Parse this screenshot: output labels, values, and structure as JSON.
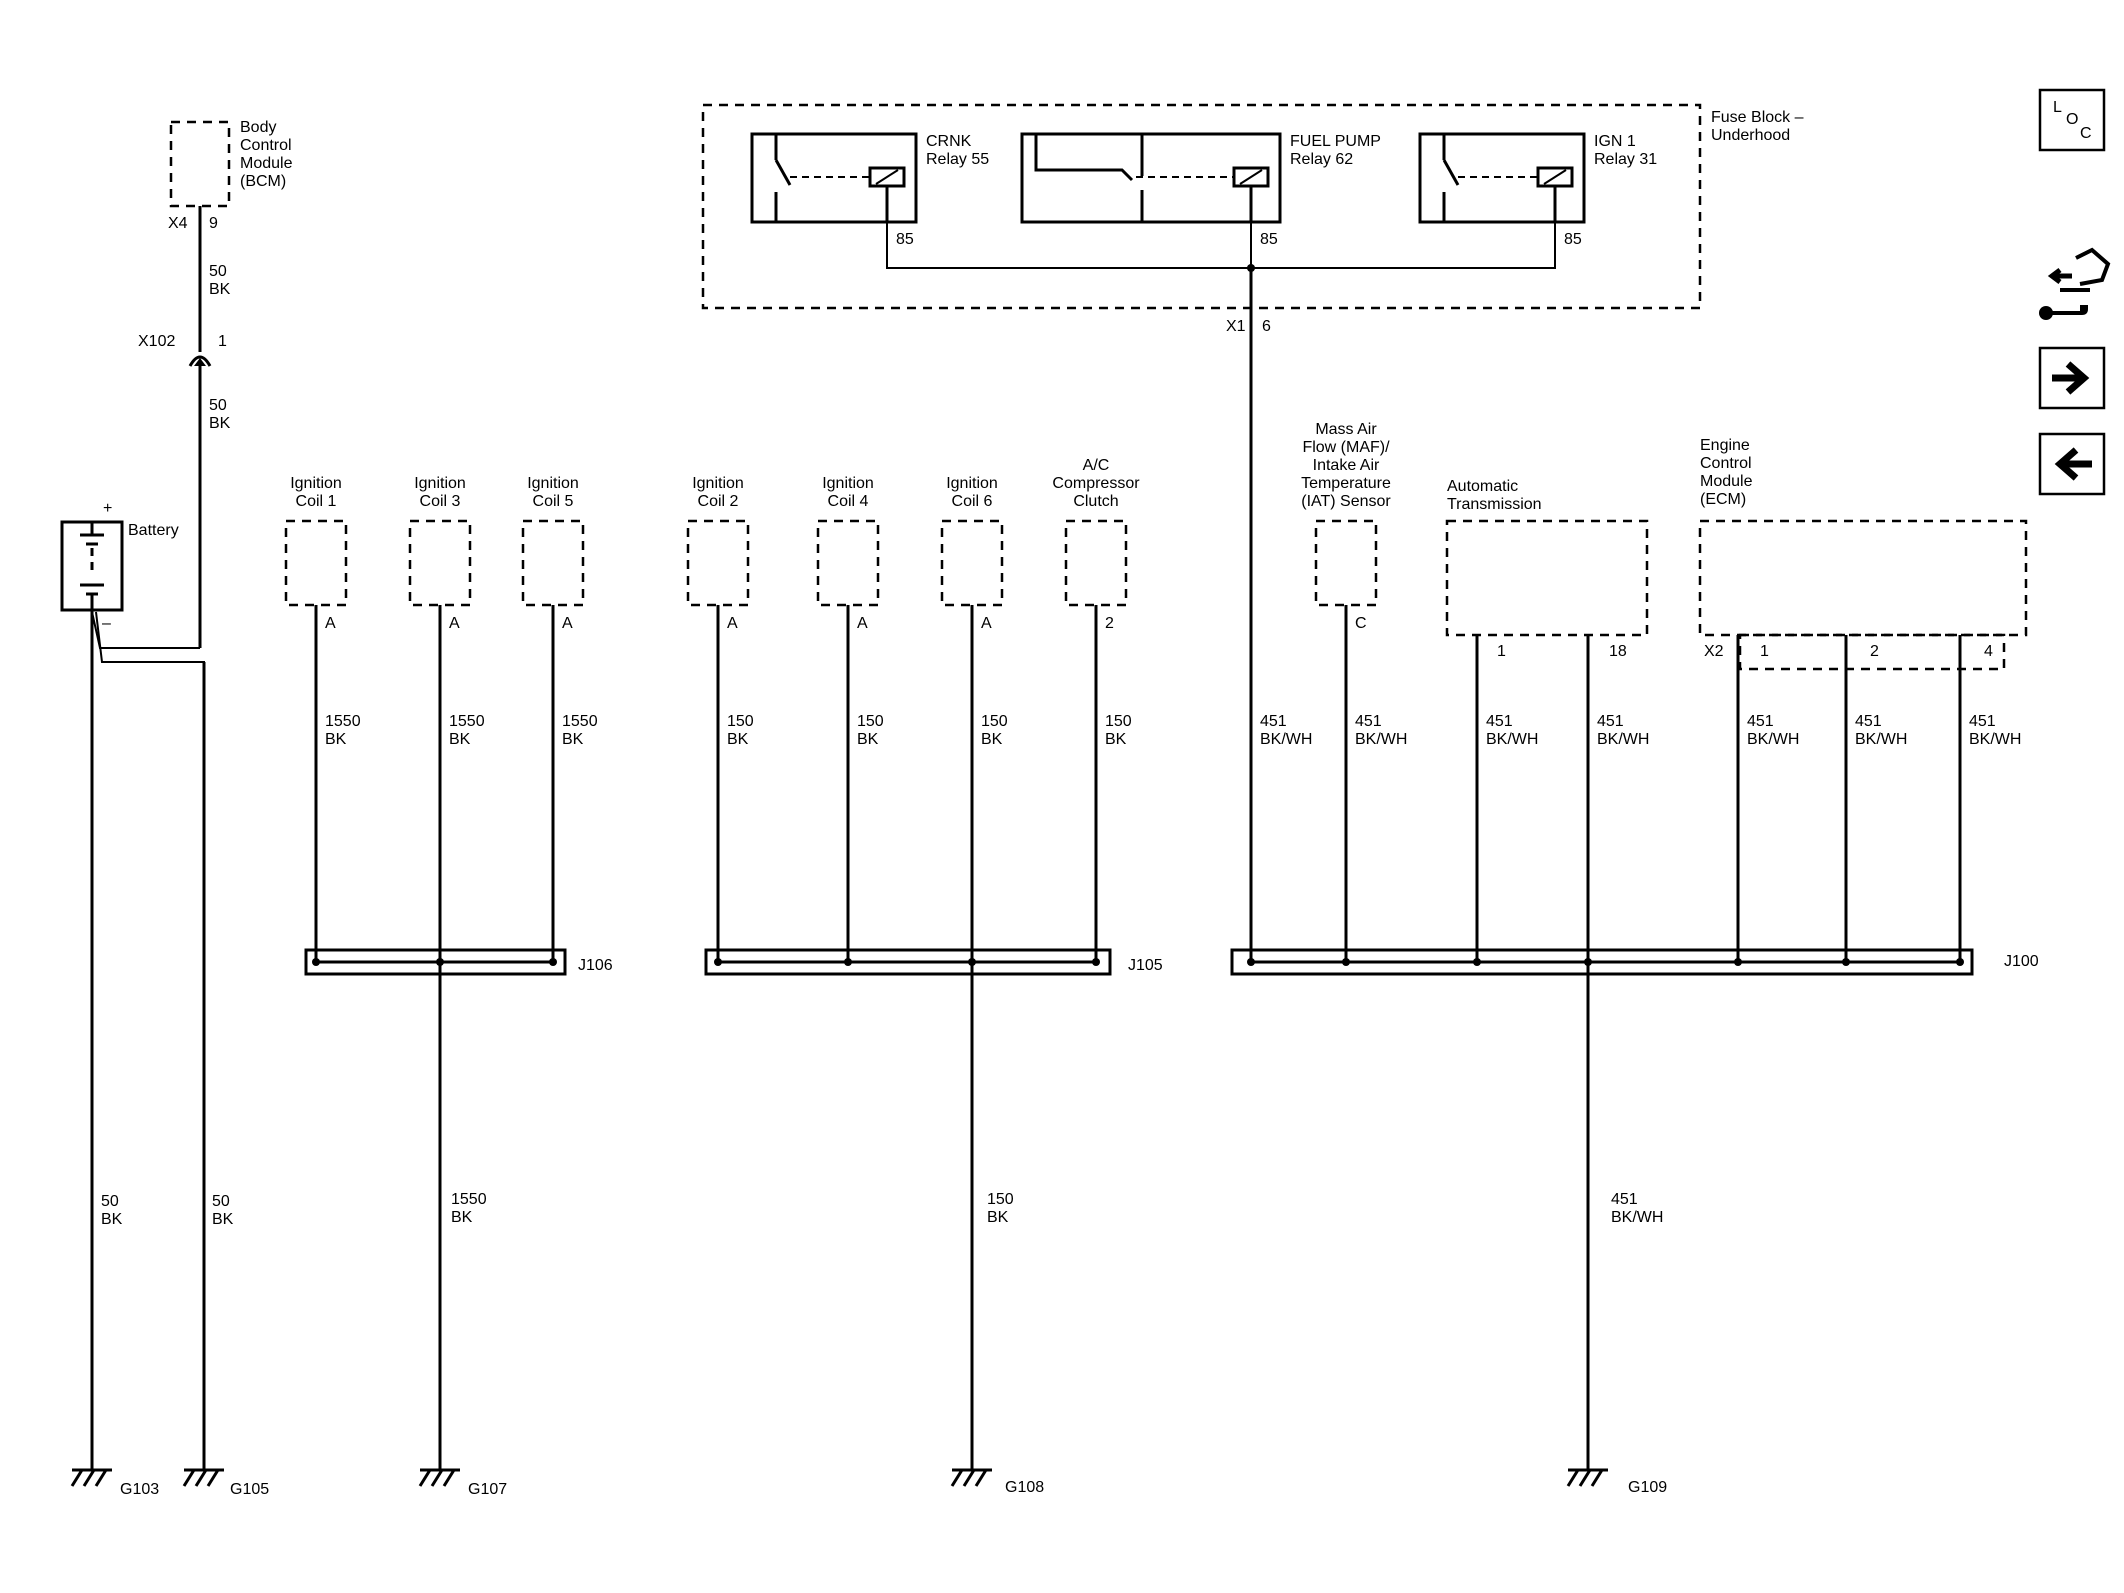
{
  "bcm": {
    "lines": [
      "Body",
      "Control",
      "Module",
      "(BCM)"
    ],
    "conn": "X4",
    "pin": "9"
  },
  "bcm_wire": {
    "circuit": "50",
    "color": "BK"
  },
  "x102": {
    "conn": "X102",
    "pin": "1"
  },
  "x102_wire": {
    "circuit": "50",
    "color": "BK"
  },
  "battery": {
    "label": "Battery",
    "plus": "+",
    "minus": "–"
  },
  "fuse_block": {
    "lines": [
      "Fuse Block –",
      "Underhood"
    ],
    "conn": "X1",
    "pin": "6"
  },
  "relays": [
    {
      "lines": [
        "CRNK",
        "Relay 55"
      ],
      "pin": "85"
    },
    {
      "lines": [
        "FUEL PUMP",
        "Relay 62"
      ],
      "pin": "85"
    },
    {
      "lines": [
        "IGN 1",
        "Relay 31"
      ],
      "pin": "85"
    }
  ],
  "components": [
    {
      "lines": [
        "Ignition",
        "Coil 1"
      ],
      "pin": "A"
    },
    {
      "lines": [
        "Ignition",
        "Coil 3"
      ],
      "pin": "A"
    },
    {
      "lines": [
        "Ignition",
        "Coil 5"
      ],
      "pin": "A"
    },
    {
      "lines": [
        "Ignition",
        "Coil 2"
      ],
      "pin": "A"
    },
    {
      "lines": [
        "Ignition",
        "Coil 4"
      ],
      "pin": "A"
    },
    {
      "lines": [
        "Ignition",
        "Coil 6"
      ],
      "pin": "A"
    },
    {
      "lines": [
        "A/C",
        "Compressor",
        "Clutch"
      ],
      "pin": "2"
    },
    {
      "lines": [
        "Mass Air",
        "Flow (MAF)/",
        "Intake Air",
        "Temperature",
        "(IAT) Sensor"
      ],
      "pin": "C"
    }
  ],
  "trans": {
    "lines": [
      "Automatic",
      "Transmission"
    ],
    "pins": [
      "1",
      "18"
    ]
  },
  "ecm": {
    "lines": [
      "Engine",
      "Control",
      "Module",
      "(ECM)"
    ],
    "conn": "X2",
    "pins": [
      "1",
      "2",
      "4"
    ]
  },
  "wires": [
    {
      "circuit": "1550",
      "color": "BK"
    },
    {
      "circuit": "1550",
      "color": "BK"
    },
    {
      "circuit": "1550",
      "color": "BK"
    },
    {
      "circuit": "150",
      "color": "BK"
    },
    {
      "circuit": "150",
      "color": "BK"
    },
    {
      "circuit": "150",
      "color": "BK"
    },
    {
      "circuit": "150",
      "color": "BK"
    },
    {
      "circuit": "451",
      "color": "BK/WH"
    },
    {
      "circuit": "451",
      "color": "BK/WH"
    },
    {
      "circuit": "451",
      "color": "BK/WH"
    },
    {
      "circuit": "451",
      "color": "BK/WH"
    },
    {
      "circuit": "451",
      "color": "BK/WH"
    },
    {
      "circuit": "451",
      "color": "BK/WH"
    },
    {
      "circuit": "451",
      "color": "BK/WH"
    }
  ],
  "splices": [
    "J106",
    "J105",
    "J100"
  ],
  "lower_wires": [
    {
      "circuit": "50",
      "color": "BK"
    },
    {
      "circuit": "50",
      "color": "BK"
    },
    {
      "circuit": "1550",
      "color": "BK"
    },
    {
      "circuit": "150",
      "color": "BK"
    },
    {
      "circuit": "451",
      "color": "BK/WH"
    }
  ],
  "grounds": [
    "G103",
    "G105",
    "G107",
    "G108",
    "G109"
  ],
  "nav": {
    "loc_l": "L",
    "loc_o": "O",
    "loc_c": "C",
    "forward_icon": "arrow-right-icon",
    "back_icon": "arrow-left-icon",
    "tool_icon": "wrench-connector-icon"
  }
}
